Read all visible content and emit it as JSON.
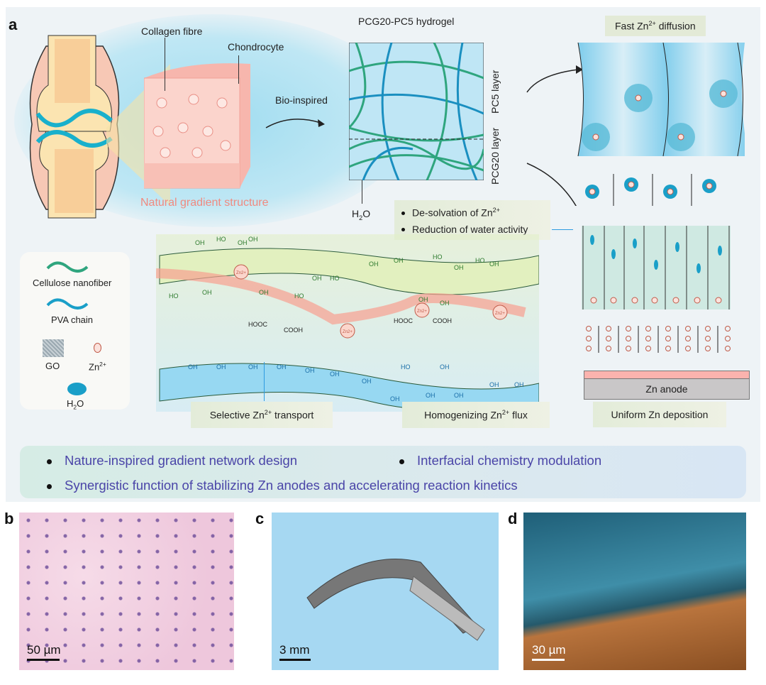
{
  "panel_a": {
    "label": "a",
    "collagen_label": "Collagen fibre",
    "chondrocyte_label": "Chondrocyte",
    "natural_label": "Natural gradient structure",
    "bio_inspired": "Bio-inspired",
    "hydrogel_title": "PCG20-PC5 hydrogel",
    "pc5_layer": "PC5 layer",
    "pcg20_layer": "PCG20 layer",
    "h2o_label": "H",
    "h2o_sub": "2",
    "h2o_tail": "O",
    "fast_diffusion": {
      "pre": "Fast Zn",
      "sup": "2+",
      "post": " diffusion"
    },
    "desolvation": {
      "pre": "De-solvation of Zn",
      "sup": "2+"
    },
    "water_activity": "Reduction of water activity",
    "selective": {
      "pre": "Selective Zn",
      "sup": "2+",
      "post": " transport"
    },
    "homogenizing": {
      "pre": "Homogenizing Zn",
      "sup": "2+",
      "post": " flux"
    },
    "uniform": "Uniform Zn deposition",
    "zn_anode": "Zn anode",
    "legend": {
      "cellulose": "Cellulose nanofiber",
      "pva": "PVA chain",
      "go": "GO",
      "zn": {
        "pre": "Zn",
        "sup": "2+"
      },
      "h2o": {
        "pre": "H",
        "sub": "2",
        "post": "O"
      }
    },
    "chem_labels": [
      "OH",
      "HO",
      "OH",
      "OH",
      "HO",
      "OH",
      "OH",
      "HO",
      "OH",
      "HO",
      "OH",
      "OH",
      "HO",
      "OH",
      "OH",
      "OH",
      "HO",
      "OH",
      "HOOC",
      "COOH",
      "HOOC",
      "COOH",
      "HO",
      "OH",
      "OH",
      "OH",
      "OH",
      "OH",
      "OH",
      "OH",
      "OH",
      "OH",
      "OH",
      "OH",
      "OH",
      "OH"
    ],
    "ion_label": "Zn2+",
    "summary": [
      "Nature-inspired gradient network design",
      "Interfacial chemistry modulation",
      "Synergistic function of stabilizing Zn anodes and accelerating reaction kinetics"
    ],
    "colors": {
      "summary_text": "#4a45a8",
      "cellulose": "#2fa57e",
      "pva": "#1a8fc0",
      "zn_ion": "#e88a7a",
      "natural": "#f08a80"
    }
  },
  "panel_b": {
    "label": "b",
    "scale": "50 µm"
  },
  "panel_c": {
    "label": "c",
    "scale": "3 mm"
  },
  "panel_d": {
    "label": "d",
    "scale": "30 µm"
  }
}
